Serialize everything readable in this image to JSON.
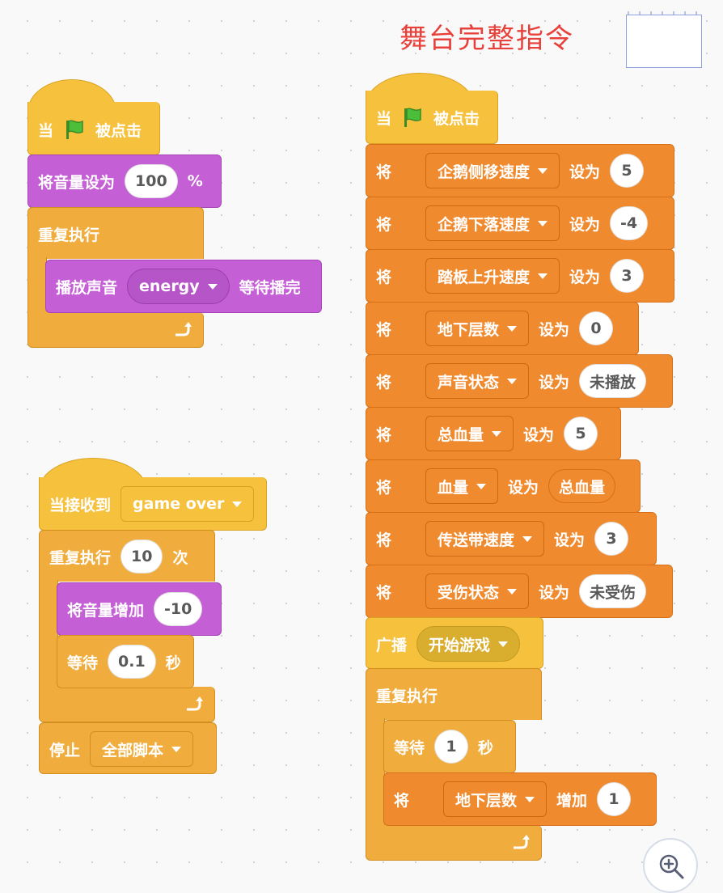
{
  "header": {
    "title": "舞台完整指令"
  },
  "colors": {
    "event": "#f6c23e",
    "control": "#f0ad3d",
    "variable": "#f08a2e",
    "sound": "#c55fd5",
    "title": "#e8413b"
  },
  "script1": {
    "hat": {
      "when": "当",
      "flag_icon": "green-flag-icon",
      "clicked": "被点击"
    },
    "set_volume": {
      "label": "将音量设为",
      "value": "100",
      "unit": "%"
    },
    "forever": {
      "label": "重复执行"
    },
    "play_sound": {
      "label": "播放声音",
      "sound": "energy",
      "until": "等待播完"
    }
  },
  "script2": {
    "hat": {
      "label": "当接收到",
      "message": "game over"
    },
    "repeat": {
      "label": "重复执行",
      "count": "10",
      "times": "次"
    },
    "change_volume": {
      "label": "将音量增加",
      "value": "-10"
    },
    "wait": {
      "label": "等待",
      "value": "0.1",
      "unit": "秒"
    },
    "stop": {
      "label": "停止",
      "option": "全部脚本"
    }
  },
  "script3": {
    "hat": {
      "when": "当",
      "flag_icon": "green-flag-icon",
      "clicked": "被点击"
    },
    "set_label": "将",
    "to_label": "设为",
    "sets": [
      {
        "var": "企鹅侧移速度",
        "value": "5"
      },
      {
        "var": "企鹅下落速度",
        "value": "-4"
      },
      {
        "var": "踏板上升速度",
        "value": "3"
      },
      {
        "var": "地下层数",
        "value": "0"
      },
      {
        "var": "声音状态",
        "value": "未播放"
      },
      {
        "var": "总血量",
        "value": "5"
      },
      {
        "var": "血量",
        "value": "总血量"
      },
      {
        "var": "传送带速度",
        "value": "3"
      },
      {
        "var": "受伤状态",
        "value": "未受伤"
      }
    ],
    "broadcast": {
      "label": "广播",
      "message": "开始游戏"
    },
    "forever": {
      "label": "重复执行"
    },
    "wait": {
      "label": "等待",
      "value": "1",
      "unit": "秒"
    },
    "change": {
      "label": "将",
      "var": "地下层数",
      "by": "增加",
      "value": "1"
    }
  },
  "zoom": {
    "icon": "zoom-in-icon"
  }
}
